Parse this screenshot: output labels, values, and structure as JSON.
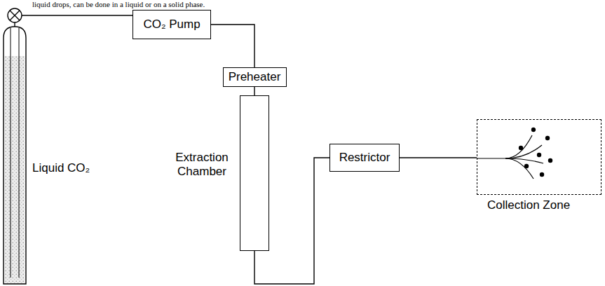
{
  "diagram": {
    "nodes": [
      {
        "text": [
          "Liquid CO₂"
        ]
      },
      {
        "text": [
          "CO₂ Pump"
        ]
      },
      {
        "text": [
          "Preheater"
        ]
      },
      {
        "text": [
          "Extraction Chamber"
        ]
      },
      {
        "text": [
          "Restrictor"
        ]
      },
      {
        "text": [
          "Collection Zone"
        ]
      }
    ],
    "edges": [
      {
        "from": 0,
        "to": 1,
        "arrow": "none"
      },
      {
        "from": 1,
        "to": 2,
        "arrow": "none"
      },
      {
        "from": 2,
        "to": 3,
        "arrow": "none"
      },
      {
        "from": 3,
        "to": 4,
        "arrow": "none"
      },
      {
        "from": 4,
        "to": 5,
        "arrow": "none"
      }
    ],
    "labels": [
      "liquid drops, can be done in a liquid or on a solid phase."
    ]
  }
}
